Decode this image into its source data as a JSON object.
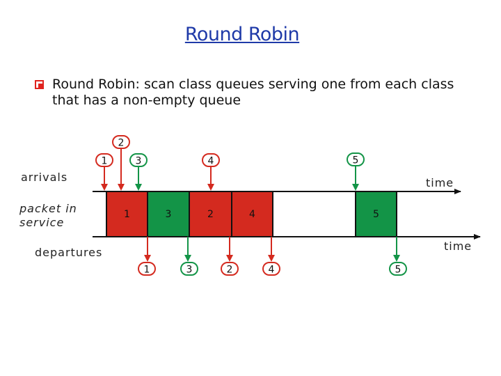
{
  "slide": {
    "title": "Round Robin",
    "bullet": "Round Robin: scan class queues serving one from each class that has a non-empty queue"
  },
  "diagram": {
    "row_labels": {
      "arrivals": "arrivals",
      "packet_in_line1": "packet in",
      "packet_in_line2": "service",
      "departures": "departures"
    },
    "axis_labels": {
      "time_top": "time",
      "time_bottom": "time"
    },
    "arrivals": [
      {
        "label": "1",
        "class": "red"
      },
      {
        "label": "2",
        "class": "red"
      },
      {
        "label": "3",
        "class": "green"
      },
      {
        "label": "4",
        "class": "red"
      },
      {
        "label": "5",
        "class": "green"
      }
    ],
    "service": [
      {
        "label": "1",
        "class": "red"
      },
      {
        "label": "3",
        "class": "green"
      },
      {
        "label": "2",
        "class": "red"
      },
      {
        "label": "4",
        "class": "red"
      },
      {
        "label": "5",
        "class": "green"
      }
    ],
    "departures": [
      {
        "label": "1",
        "class": "red"
      },
      {
        "label": "3",
        "class": "green"
      },
      {
        "label": "2",
        "class": "red"
      },
      {
        "label": "4",
        "class": "red"
      },
      {
        "label": "5",
        "class": "green"
      }
    ],
    "colors": {
      "red": "#d42a1f",
      "green": "#139447",
      "title": "#1f3aa8",
      "bullet": "#e0231e"
    }
  }
}
